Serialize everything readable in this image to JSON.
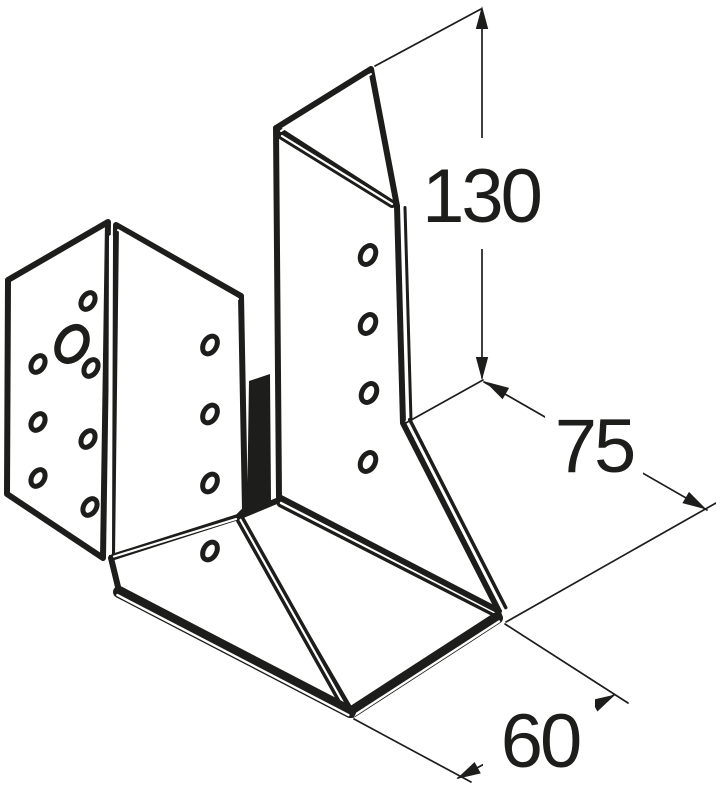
{
  "diagram": {
    "background_color": "#ffffff",
    "line_color": "#1d1d1b",
    "dimensions": {
      "height": {
        "label": "130"
      },
      "depth": {
        "label": "75"
      },
      "width": {
        "label": "60"
      }
    }
  }
}
